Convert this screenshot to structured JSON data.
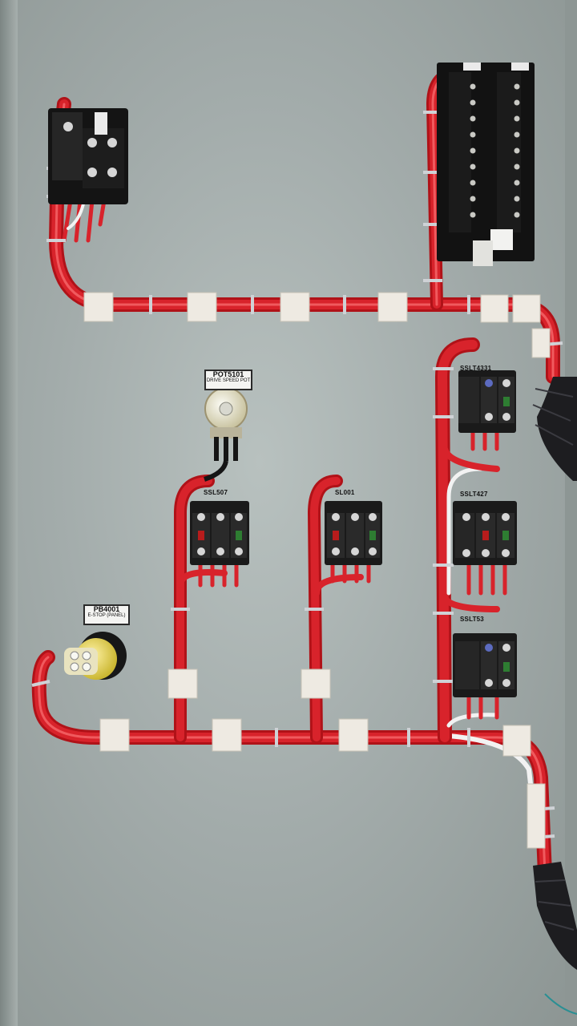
{
  "panel": {
    "tags": {
      "pot": {
        "id": "POT5101",
        "desc": "DRIVE SPEED POT"
      },
      "estop": {
        "id": "PB4001",
        "desc": "E-STOP (PANEL)"
      }
    },
    "wire_labels": {
      "sslt4331": "SSLT4331",
      "sslt427": "SSLT427",
      "sslt53": "SSLT53",
      "ssl507": "SSL507",
      "ssl001": "SL001"
    },
    "colors": {
      "panel": "#a6afad",
      "wire_red": "#d21a22",
      "wire_white": "#f2f2f2",
      "terminal_black": "#1b1b1b",
      "estop_yellow": "#e6d24a"
    }
  }
}
